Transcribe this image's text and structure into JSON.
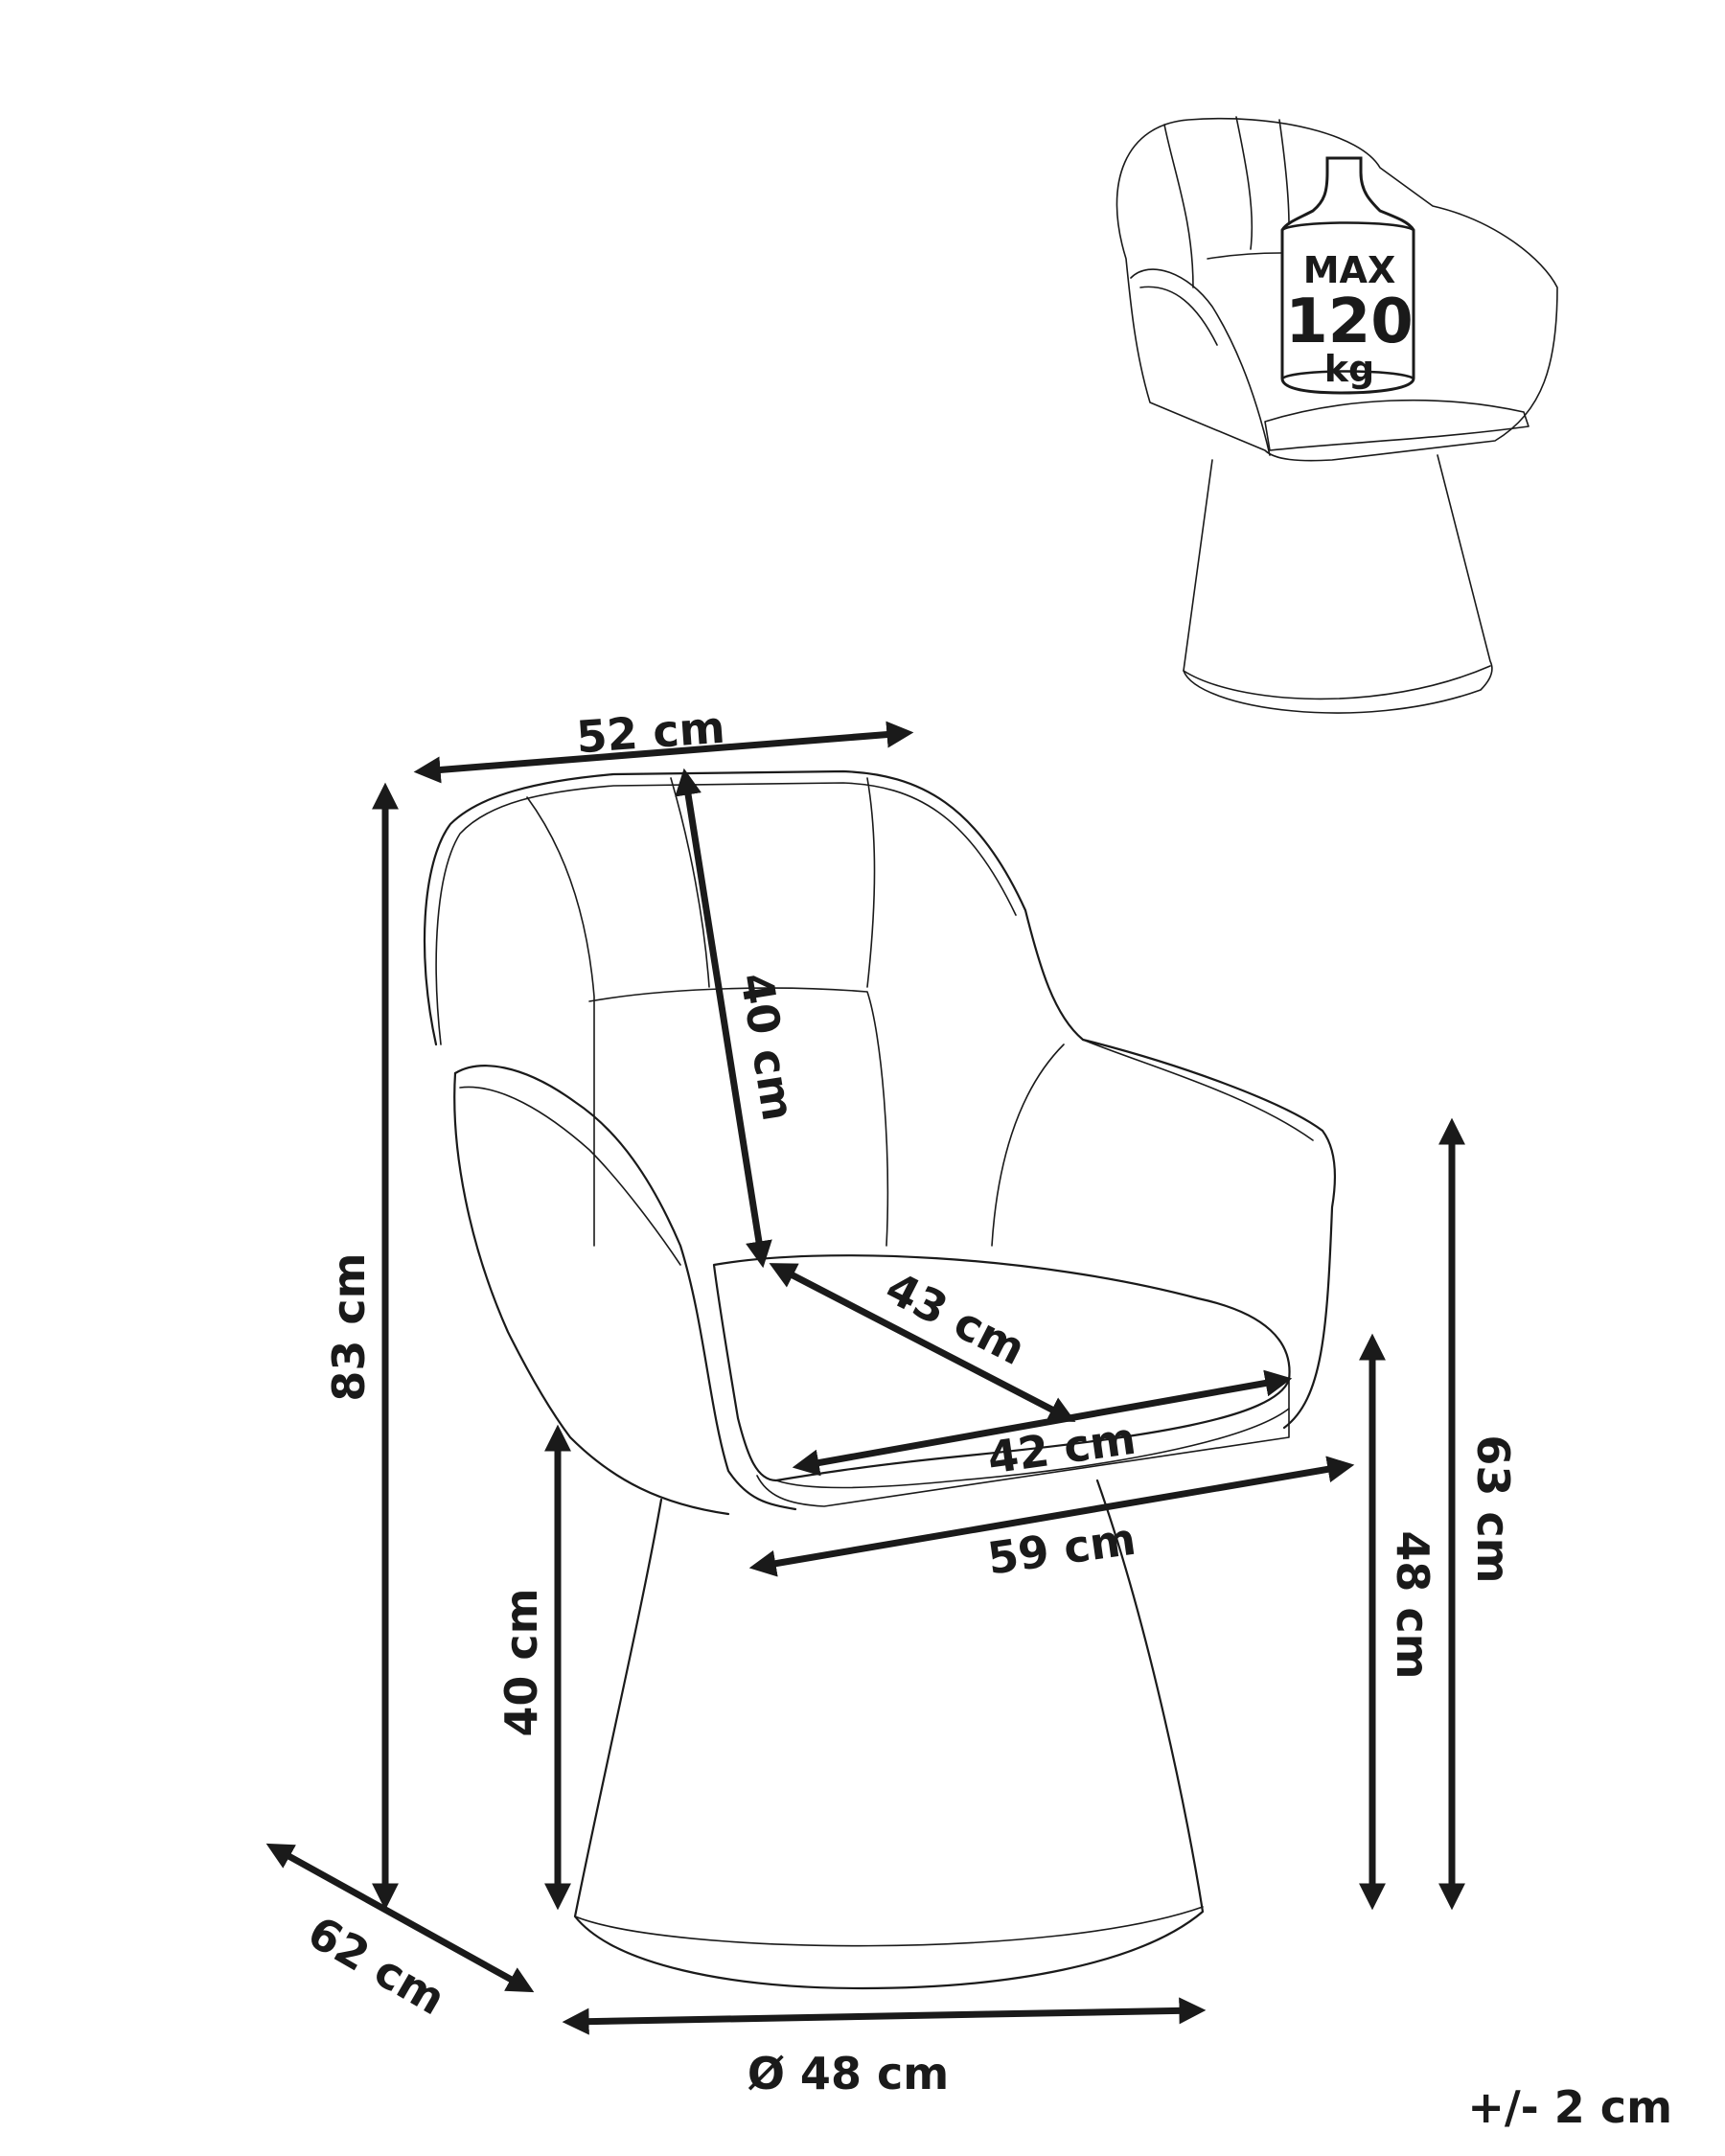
{
  "weight_badge": {
    "line1": "MAX",
    "line2": "120",
    "line3": "kg"
  },
  "dimensions": {
    "backrest_width": "52 cm",
    "backrest_height": "40 cm",
    "seat_depth": "43 cm",
    "seat_width": "42 cm",
    "overall_width": "59 cm",
    "overall_height": "83 cm",
    "seat_height": "40 cm",
    "seat_height_front": "48 cm",
    "armrest_height": "63 cm",
    "overall_depth": "62 cm",
    "base_diameter": "Ø 48 cm"
  },
  "tolerance": "+/- 2 cm"
}
